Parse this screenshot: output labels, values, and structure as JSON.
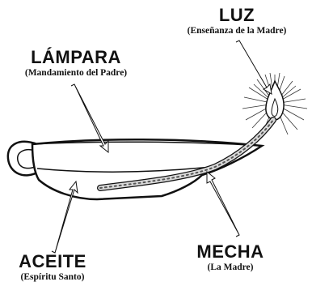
{
  "colors": {
    "ink": "#111111",
    "background": "#ffffff"
  },
  "labels": {
    "luz": {
      "title": "LUZ",
      "subtitle": "(Enseñanza de la Madre)"
    },
    "lampara": {
      "title": "LÁMPARA",
      "subtitle": "(Mandamiento del Padre)"
    },
    "aceite": {
      "title": "ACEITE",
      "subtitle": "(Espíritu Santo)"
    },
    "mecha": {
      "title": "MECHA",
      "subtitle": "(La Madre)"
    }
  }
}
